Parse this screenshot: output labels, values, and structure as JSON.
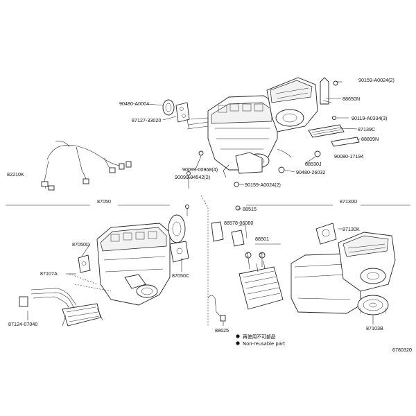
{
  "labels": {
    "p90159_a0024_top": "90159-A0024(2)",
    "p88650n": "88650N",
    "p90119_a0334": "90119-A0334(3)",
    "p87139c": "87139C",
    "p88899n": "88899N",
    "p90080_17194": "90080-17194",
    "p90480_a0004": "90480-A0004",
    "p87127_33020": "87127-33020",
    "p88530j": "88530J",
    "p90480_26032": "90480-26032",
    "p90099_00968": "90099-00968(4)",
    "p90099_04542": "90099-04542(2)",
    "p90159_a0024_mid": "90159-A0024(2)",
    "p82210k": "82210K",
    "p87050": "87050",
    "p87130d": "87130D",
    "p88515": "88515",
    "p88578_06080": "88578-06080",
    "p87050d": "87050D",
    "p87130k": "87130K",
    "p88501": "88501",
    "p87107a": "87107A",
    "p87050c": "87050C",
    "p87124_07040": "87124-07040",
    "p88625": "88625",
    "p87103b": "87103B",
    "callout_1": "1",
    "callout_2": "2",
    "legend_reuse_jp": "再使用不可部品",
    "legend_nonreuse": "Non-reusable part",
    "figure_code": "6780320"
  }
}
